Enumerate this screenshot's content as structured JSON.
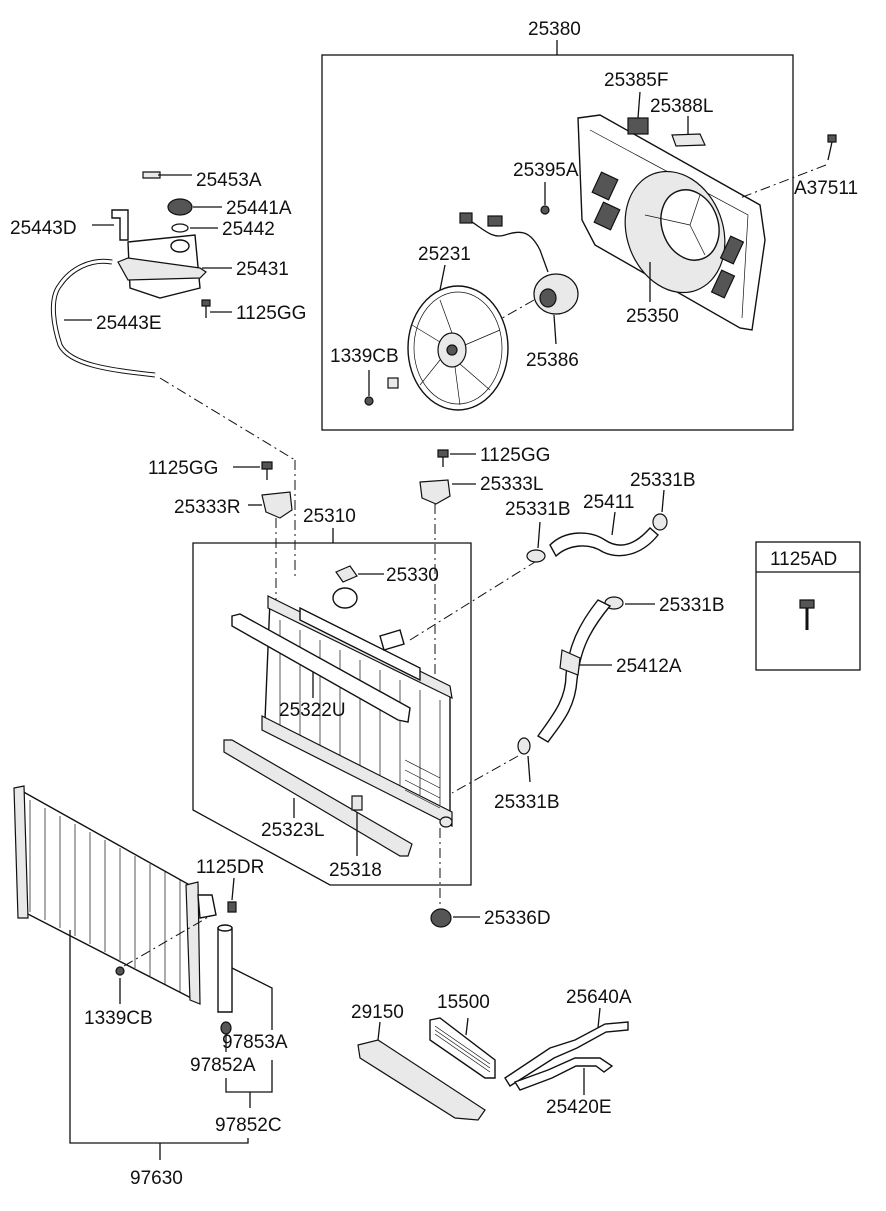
{
  "labels": {
    "p25380": "25380",
    "p25385F": "25385F",
    "p25388L": "25388L",
    "p25395A": "25395A",
    "pA37511": "A37511",
    "p25231": "25231",
    "p25350": "25350",
    "p25386": "25386",
    "p1339CB_top": "1339CB",
    "p25453A": "25453A",
    "p25441A": "25441A",
    "p25443D": "25443D",
    "p25442": "25442",
    "p25431": "25431",
    "p1125GG_res": "1125GG",
    "p25443E": "25443E",
    "p1125GG_left": "1125GG",
    "p25333R": "25333R",
    "p1125GG_right": "1125GG",
    "p25333L": "25333L",
    "p25310": "25310",
    "p25330": "25330",
    "p25331B_a": "25331B",
    "p25411": "25411",
    "p25331B_b": "25331B",
    "p25331B_c": "25331B",
    "p25412A": "25412A",
    "p25322U": "25322U",
    "p25331B_d": "25331B",
    "p25323L": "25323L",
    "p25318": "25318",
    "p25336D": "25336D",
    "p1125DR": "1125DR",
    "p1339CB_bottom": "1339CB",
    "p97853A": "97853A",
    "p97852A": "97852A",
    "p97852C": "97852C",
    "p97630": "97630",
    "p29150": "29150",
    "p15500": "15500",
    "p25640A": "25640A",
    "p25420E": "25420E",
    "p1125AD": "1125AD"
  }
}
